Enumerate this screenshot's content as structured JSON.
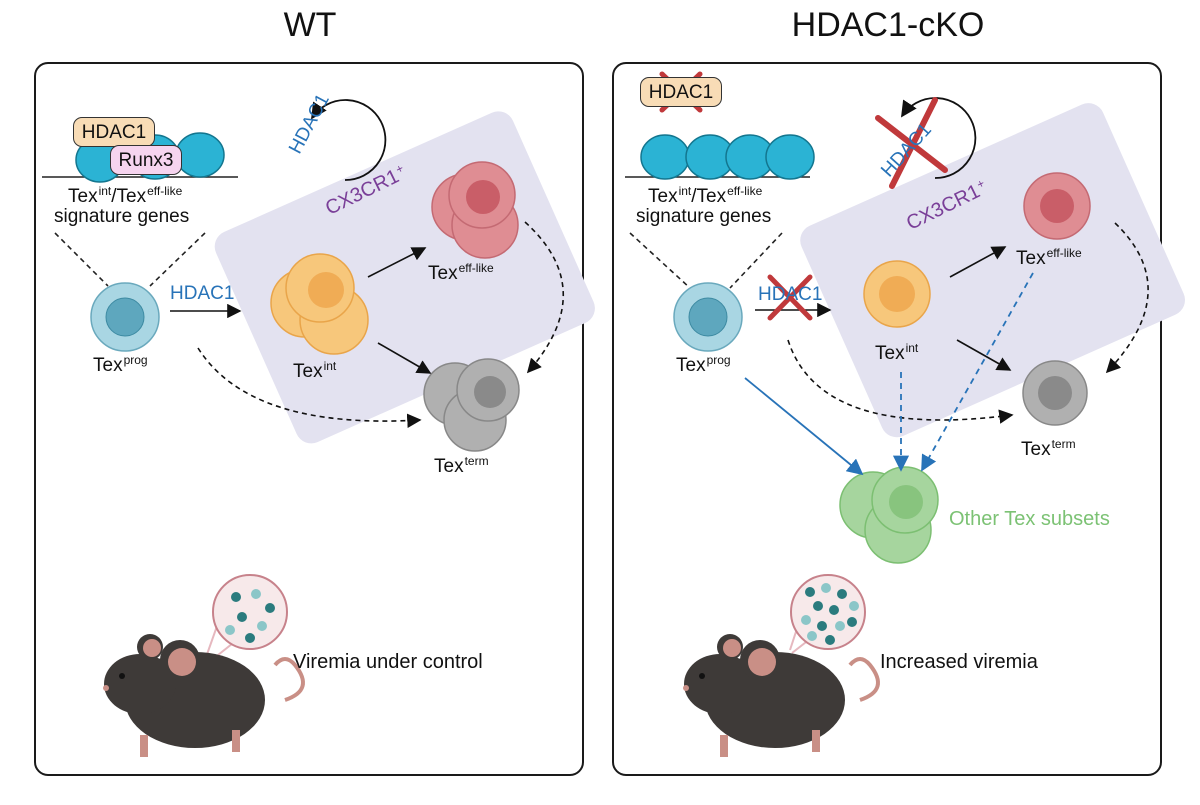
{
  "left": {
    "title": "WT",
    "hdac1_box": "HDAC1",
    "runx3_box": "Runx3",
    "sig_tex_a": "Tex",
    "sig_sup_a": "int",
    "sig_tex_b": "/Tex",
    "sig_sup_b": "eff-like",
    "sig_genes": "signature genes",
    "loop_hdac1": "HDAC1",
    "cx3cr1": "CX3CR1",
    "cx3cr1_sup": "+",
    "arrow_hdac1": "HDAC1",
    "prog_tex": "Tex",
    "prog_sup": "prog",
    "int_tex": "Tex",
    "int_sup": "int",
    "eff_tex": "Tex",
    "eff_sup": "eff-like",
    "term_tex": "Tex",
    "term_sup": "term",
    "viremia": "Viremia under control"
  },
  "right": {
    "title": "HDAC1-cKO",
    "hdac1_box": "HDAC1",
    "sig_tex_a": "Tex",
    "sig_sup_a": "int",
    "sig_tex_b": "/Tex",
    "sig_sup_b": "eff-like",
    "sig_genes": "signature genes",
    "loop_hdac1": "HDAC1",
    "cx3cr1": "CX3CR1",
    "cx3cr1_sup": "+",
    "arrow_hdac1": "HDAC1",
    "prog_tex": "Tex",
    "prog_sup": "prog",
    "int_tex": "Tex",
    "int_sup": "int",
    "eff_tex": "Tex",
    "eff_sup": "eff-like",
    "term_tex": "Tex",
    "term_sup": "term",
    "other": "Other Tex subsets",
    "viremia": "Increased viremia"
  },
  "colors": {
    "prog_cell": "#a9d6e3",
    "int_cell": "#f7c77b",
    "eff_cell": "#df8d93",
    "term_cell": "#b0b0b0",
    "other_cell": "#a6d59e",
    "cx3cr1_region": "#e3e2f0",
    "nucleosome": "#2bb3d4",
    "hdac1_text": "#2873b8",
    "cx3cr1_text": "#7a3f98",
    "cross": "#c0393b",
    "other_text": "#7cc274"
  }
}
